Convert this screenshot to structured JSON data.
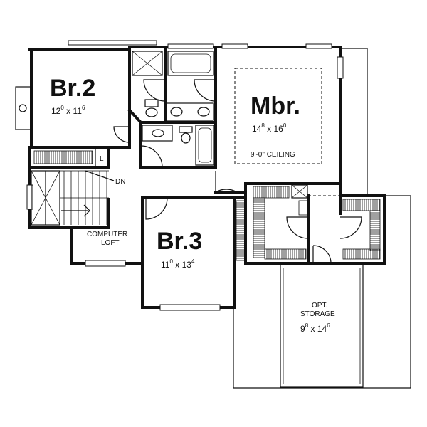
{
  "rooms": {
    "br2": {
      "name": "Br.2",
      "w_ft": "12",
      "w_in": "0",
      "sep": "x",
      "l_ft": "11",
      "l_in": "6"
    },
    "mbr": {
      "name": "Mbr.",
      "w_ft": "14",
      "w_in": "8",
      "sep": "x",
      "l_ft": "16",
      "l_in": "0",
      "ceiling": "9'-0\" CEILING"
    },
    "br3": {
      "name": "Br.3",
      "w_ft": "11",
      "w_in": "0",
      "sep": "x",
      "l_ft": "13",
      "l_in": "4"
    },
    "storage": {
      "line1": "OPT.",
      "line2": "STORAGE",
      "w_ft": "9",
      "w_in": "8",
      "sep": "x",
      "l_ft": "14",
      "l_in": "6"
    },
    "loft": {
      "line1": "COMPUTER",
      "line2": "LOFT"
    }
  },
  "labels": {
    "down": "DN",
    "linen": "L"
  }
}
